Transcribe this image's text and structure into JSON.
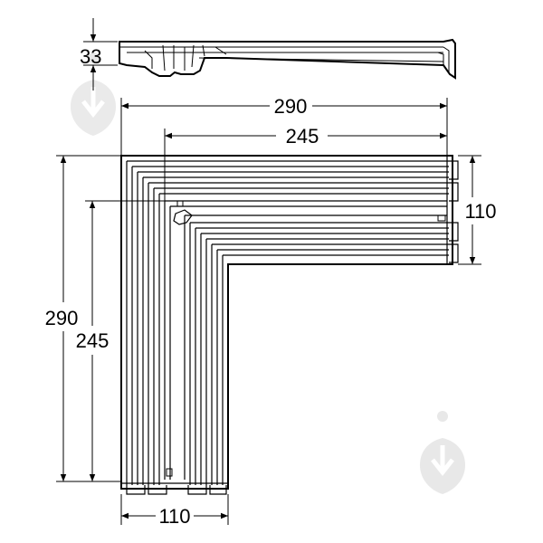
{
  "dimensions": {
    "height": "33",
    "overall_width": "290",
    "inner_width": "245",
    "overall_height": "290",
    "inner_height": "245",
    "side_depth": "110",
    "bottom_depth": "110"
  },
  "watermark_icon": "shield-drop-icon"
}
